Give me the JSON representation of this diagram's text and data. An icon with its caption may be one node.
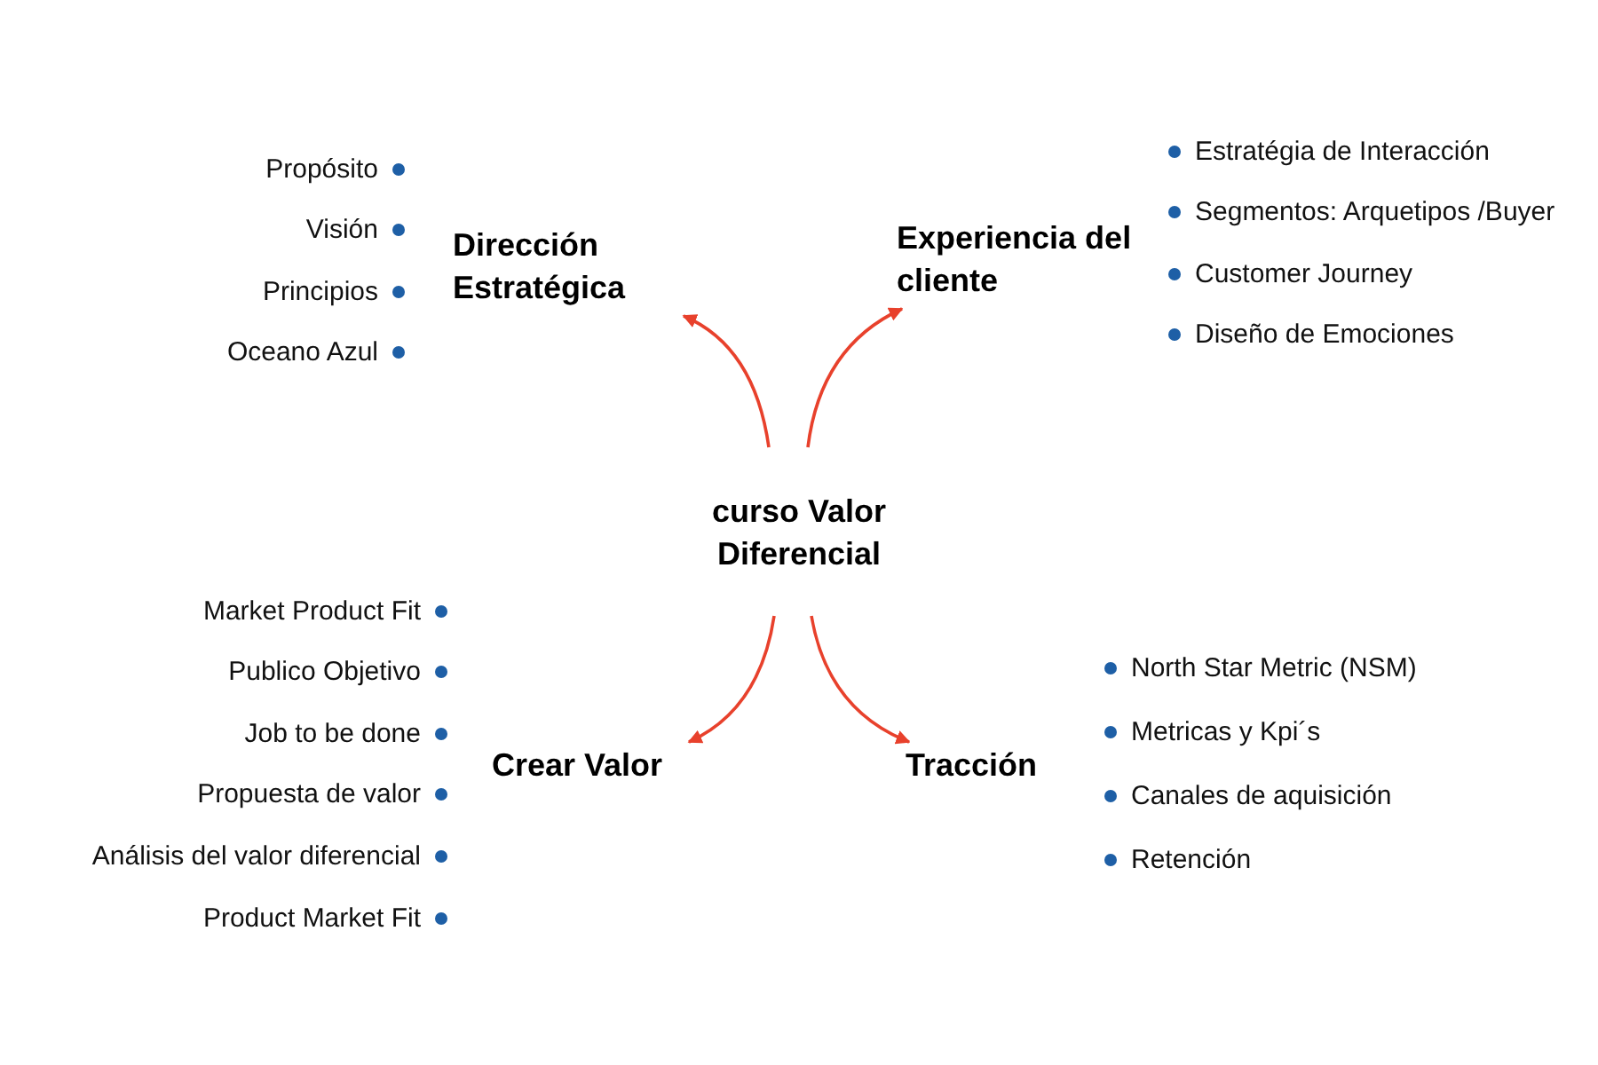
{
  "diagram": {
    "nodes": [
      {
        "text": [
          "curso Valor Diferencial"
        ]
      },
      {
        "text": [
          "Dirección Estratégica"
        ],
        "beside": [
          "Propósito",
          "Visión",
          "Principios",
          "Oceano Azul"
        ]
      },
      {
        "text": [
          "Experiencia del cliente"
        ],
        "beside": [
          "Estratégia de Interacción",
          "Segmentos: Arquetipos /Buyer",
          "Customer Journey",
          "Diseño de Emociones"
        ]
      },
      {
        "text": [
          "Crear Valor"
        ],
        "beside": [
          "Market Product Fit",
          "Publico Objetivo",
          "Job to be done",
          "Propuesta de valor",
          "Análisis del valor diferencial",
          "Product Market Fit"
        ]
      },
      {
        "text": [
          "Tracción"
        ],
        "beside": [
          "North Star Metric (NSM)",
          "Metricas y Kpi´s",
          "Canales de aquisición",
          "Retención"
        ]
      }
    ],
    "edges": [
      {
        "from": 0,
        "to": 1,
        "arrow": "to"
      },
      {
        "from": 0,
        "to": 2,
        "arrow": "to"
      },
      {
        "from": 0,
        "to": 3,
        "arrow": "to"
      },
      {
        "from": 0,
        "to": 4,
        "arrow": "to"
      }
    ]
  }
}
